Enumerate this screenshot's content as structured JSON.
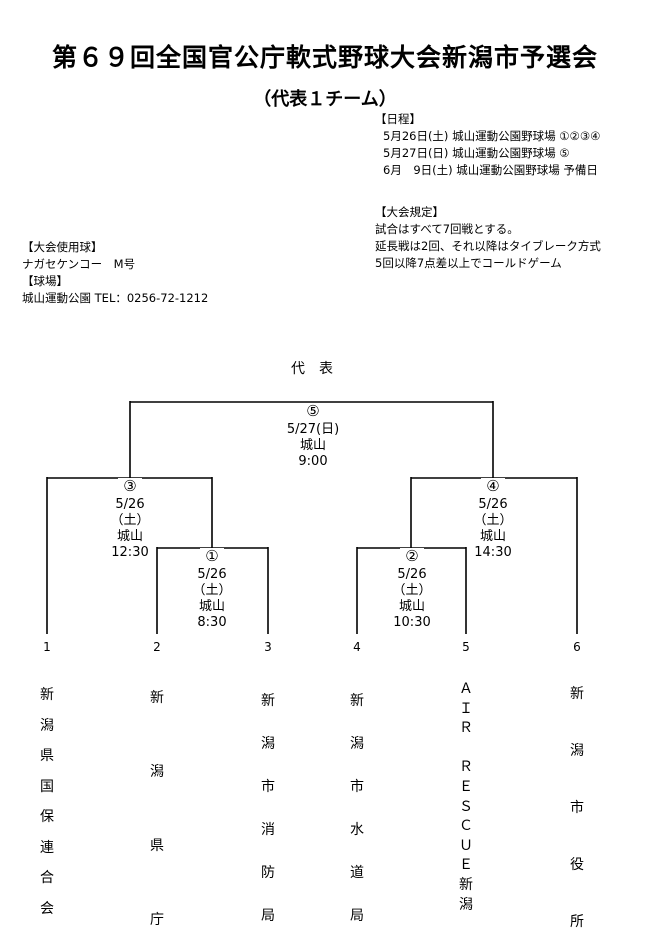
{
  "title": "第６９回全国官公庁軟式野球大会新潟市予選会",
  "subtitle": "（代表１チーム）",
  "schedule": {
    "heading": "【日程】",
    "lines": [
      "5月26日(土) 城山運動公園野球場 ①②③④",
      "5月27日(日) 城山運動公園野球場 ⑤",
      "6月　9日(土) 城山運動公園野球場 予備日"
    ]
  },
  "rules": {
    "heading": "【大会規定】",
    "lines": [
      "試合はすべて7回戦とする。",
      "延長戦は2回、それ以降はタイブレーク方式",
      "5回以降7点差以上でコールドゲーム"
    ]
  },
  "ball": {
    "heading": "【大会使用球】",
    "value": "ナガセケンコー　M号"
  },
  "venue": {
    "heading": "【球場】",
    "value": "城山運動公園 TEL：0256-72-1212"
  },
  "champion_label": "代　表",
  "games": [
    {
      "no": "①",
      "date": "5/26（土）",
      "place": "城山",
      "time": "8:30"
    },
    {
      "no": "②",
      "date": "5/26（土）",
      "place": "城山",
      "time": "10:30"
    },
    {
      "no": "③",
      "date": "5/26（土）",
      "place": "城山",
      "time": "12:30"
    },
    {
      "no": "④",
      "date": "5/26（土）",
      "place": "城山",
      "time": "14:30"
    },
    {
      "no": "⑤",
      "date": "5/27(日)",
      "place": "城山",
      "time": "9:00"
    }
  ],
  "teams": [
    {
      "no": "1",
      "name": "新\n潟\n県\n国\n保\n連\n合\n会"
    },
    {
      "no": "2",
      "name": "新\n\n潟\n\n県\n\n庁"
    },
    {
      "no": "3",
      "name": "新\n潟\n市\n消\n防\n局"
    },
    {
      "no": "4",
      "name": "新\n潟\n市\n水\n道\n局"
    },
    {
      "no": "5",
      "name": "Ａ\nＩ\nＲ\n\nＲ\nＥ\nＳ\nＣ\nＵ\nＥ\n新\n潟"
    },
    {
      "no": "6",
      "name": "新\n\n潟\n\n市\n\n役\n\n所"
    }
  ]
}
